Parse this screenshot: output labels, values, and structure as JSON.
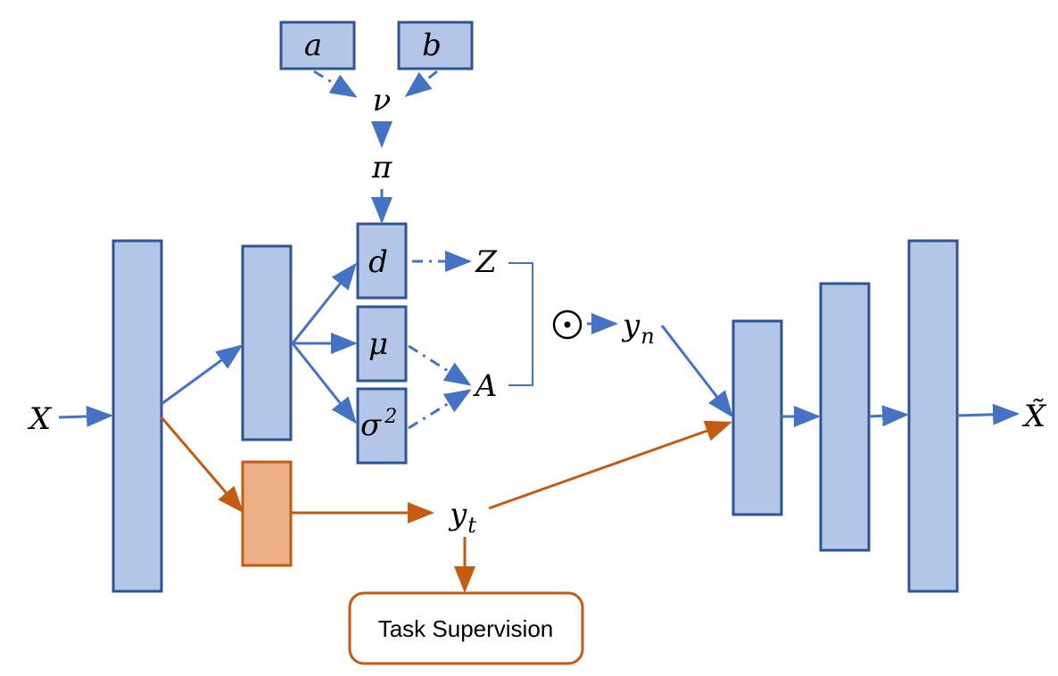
{
  "labels": {
    "input": "X",
    "a": "a",
    "b": "b",
    "nu": "ν",
    "pi": "π",
    "d": "d",
    "mu": "μ",
    "sigma": "σ",
    "sigma_exp": "2",
    "z": "Z",
    "a_mat": "A",
    "yn_base": "y",
    "yn_sub": "n",
    "yt_base": "y",
    "yt_sub": "t",
    "output": "X̃",
    "task_supervision": "Task Supervision"
  },
  "colors": {
    "block_fill": "#b4c6e7",
    "block_stroke": "#2f5496",
    "arrow_blue": "#4472c4",
    "block_orange_fill": "#ecb084",
    "arrow_orange": "#c55a11"
  }
}
